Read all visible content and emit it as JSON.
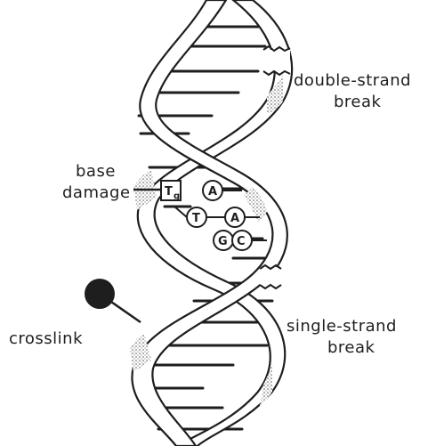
{
  "labels": {
    "double_strand_line1": "double-strand",
    "double_strand_line2": "break",
    "base_damage_line1": "base",
    "base_damage_line2": "damage",
    "crosslink": "crosslink",
    "single_strand_line1": "single-strand",
    "single_strand_line2": "break"
  },
  "bases": {
    "thymine_glycol": "T",
    "thymine_glycol_sub": "g",
    "a1": "A",
    "t1": "T",
    "a2": "A",
    "g1": "G",
    "c1": "C"
  }
}
